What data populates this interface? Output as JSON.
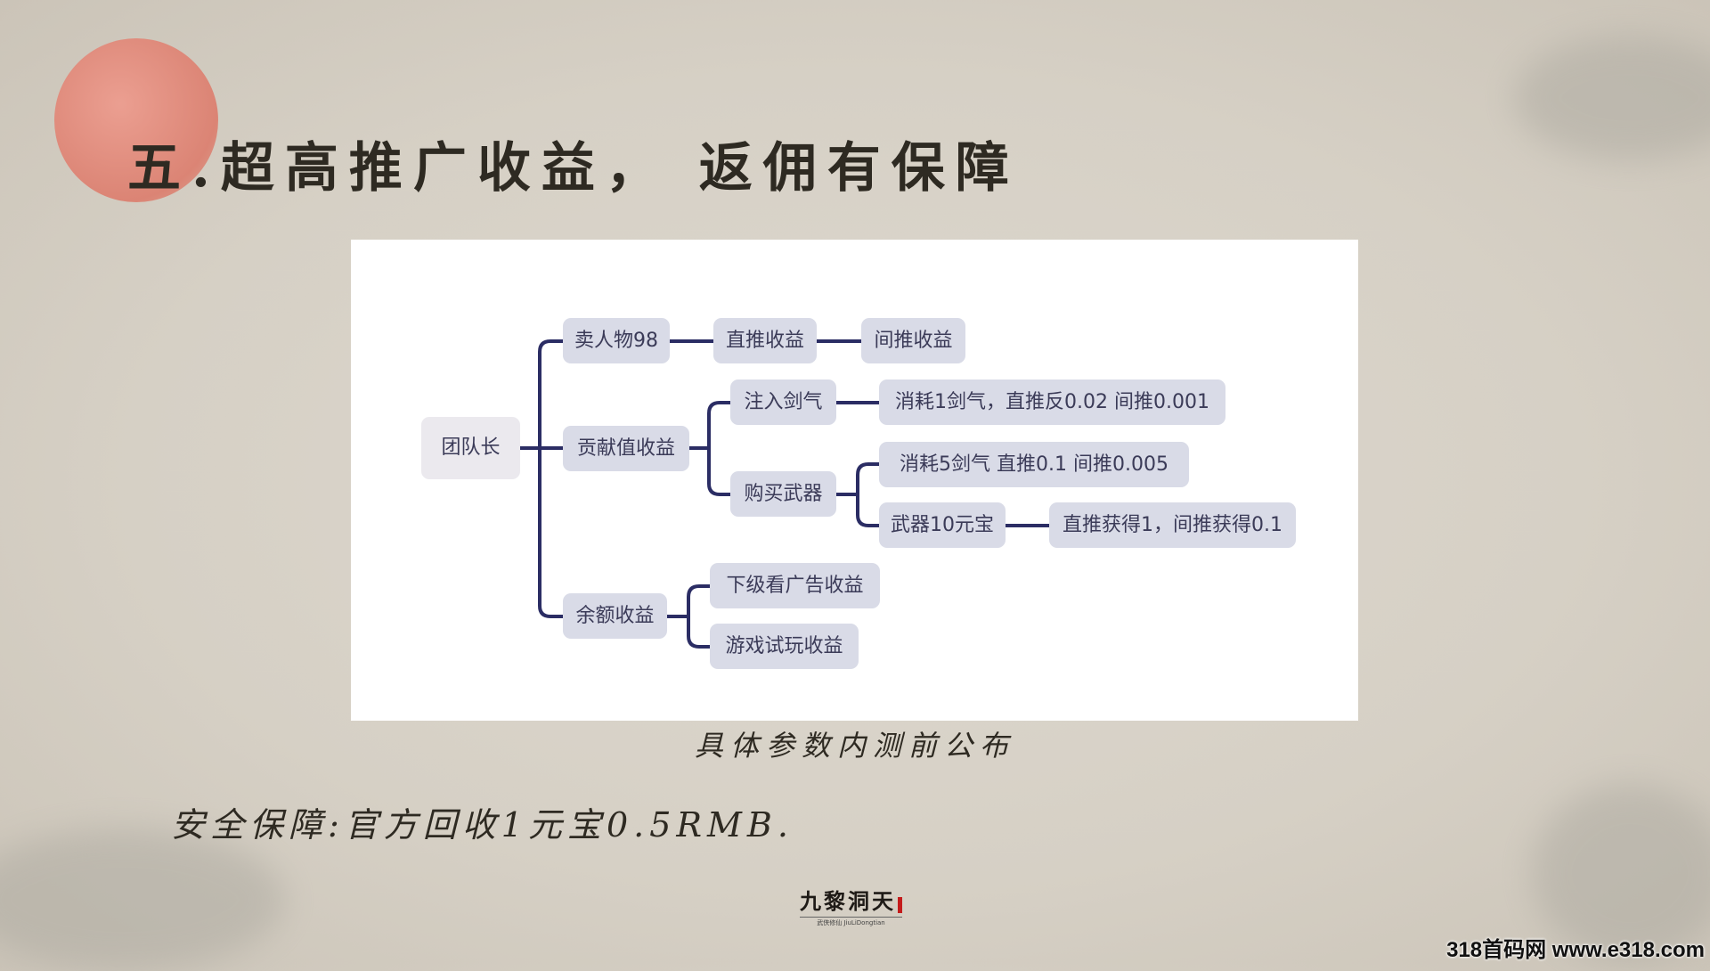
{
  "title": "五.超高推广收益， 返佣有保障",
  "mindmap": {
    "root": "团队长",
    "sell": "卖人物98",
    "direct": "直推收益",
    "indirect": "间推收益",
    "contribution": "贡献值收益",
    "inject": "注入剑气",
    "inject_detail": "消耗1剑气，直推反0.02  间推0.001",
    "buy": "购买武器",
    "buy_detail": "消耗5剑气 直推0.1    间推0.005",
    "weapon": "武器10元宝",
    "weapon_detail": "直推获得1，间推获得0.1",
    "balance": "余额收益",
    "ads": "下级看广告收益",
    "games": "游戏试玩收益"
  },
  "caption": "具体参数内测前公布",
  "safety": "安全保障:官方回收1元宝0.5RMB.",
  "logo": {
    "name": "九黎洞天",
    "sub": "武侠修仙 JiuLiDongtian"
  },
  "watermark": "318首码网 www.e318.com",
  "colors": {
    "node": "#d9dbe7",
    "line": "#2b2d64",
    "sun": "#e08a7a"
  }
}
